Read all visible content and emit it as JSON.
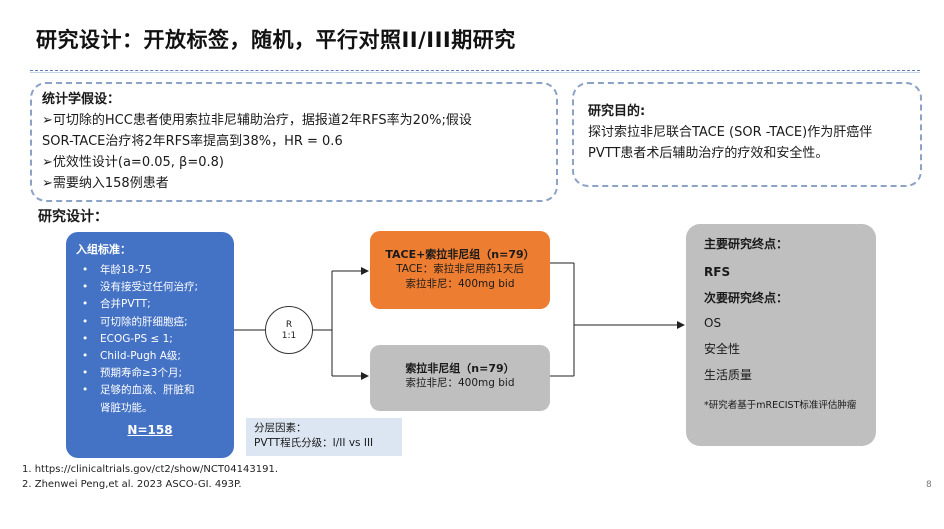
{
  "title": "研究设计：开放标签，随机，平行对照II/III期研究",
  "stats": {
    "heading": "统计学假设：",
    "lines": [
      "➢可切除的HCC患者使用索拉非尼辅助治疗，据报道2年RFS率为20%;假设",
      "SOR-TACE治疗将2年RFS率提高到38%，HR = 0.6",
      "➢优效性设计(a=0.05, β=0.8)",
      "➢需要纳入158例患者"
    ]
  },
  "aim": {
    "heading": "研究目的:",
    "lines": [
      "探讨索拉非尼联合TACE (SOR -TACE)作为肝癌伴",
      "PVTT患者术后辅助治疗的疗效和安全性。"
    ]
  },
  "design_heading": "研究设计：",
  "inclusion": {
    "heading": "入组标准：",
    "items": [
      "年龄18-75",
      "没有接受过任何治疗;",
      "合并PVTT;",
      "可切除的肝细胞癌;",
      "ECOG-PS ≤ 1;",
      "Child-Pugh A级;",
      "预期寿命≥3个月;",
      "足够的血液、肝脏和",
      "肾脏功能。"
    ],
    "n": "N=158"
  },
  "randomization": {
    "line1": "R",
    "line2": "1:1"
  },
  "arm1": {
    "title": "TACE+索拉非尼组（n=79）",
    "line1": "TACE：索拉非尼用药1天后",
    "line2": "索拉非尼：400mg bid"
  },
  "arm2": {
    "title": "索拉非尼组（n=79）",
    "line1": "索拉非尼：400mg bid"
  },
  "endpoints": {
    "primary_label": "主要研究终点：",
    "primary": "RFS",
    "secondary_label": "次要研究终点：",
    "secondary": [
      "OS",
      "安全性",
      "生活质量"
    ],
    "note": "*研究者基于mRECIST标准评估肿瘤"
  },
  "stratification": {
    "label": "分层因素：",
    "value": "PVTT程氏分级：I/II vs III"
  },
  "references": [
    "1. https://clinicaltrials.gov/ct2/show/NCT04143191.",
    "2.  Zhenwei Peng,et al. 2023 ASCO-GI. 493P."
  ],
  "page_number": "8",
  "colors": {
    "inclusion_box": "#4472c4",
    "arm1_box": "#ed7d31",
    "arm2_box": "#bfbfbf",
    "endpoint_box": "#bfbfbf",
    "stratification_box": "#dce6f2",
    "dashed_border": "#8da2c7"
  }
}
